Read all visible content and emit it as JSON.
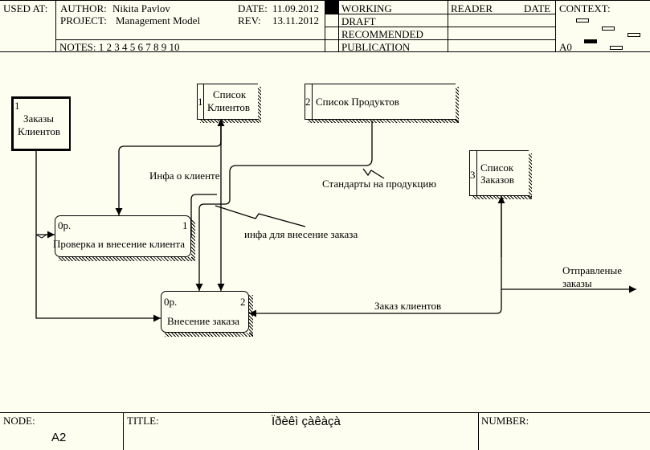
{
  "header": {
    "used_at": "USED AT:",
    "author_label": "AUTHOR:",
    "author": "Nikita Pavlov",
    "project_label": "PROJECT:",
    "project": "Management Model",
    "date_label": "DATE:",
    "date": "11.09.2012",
    "rev_label": "REV:",
    "rev": "13.11.2012",
    "notes": "NOTES:  1  2  3  4  5  6  7  8  9  10",
    "status": [
      "WORKING",
      "DRAFT",
      "RECOMMENDED",
      "PUBLICATION"
    ],
    "reader": "READER",
    "date_col": "DATE",
    "context": "CONTEXT:",
    "context_node": "A0"
  },
  "footer": {
    "node_label": "NODE:",
    "node": "A2",
    "title_label": "TITLE:",
    "title": "Ïðèêì çàêàçà",
    "number_label": "NUMBER:"
  },
  "externals": [
    {
      "num": "1",
      "label_1": "Заказы",
      "label_2": "Клиентов"
    },
    {
      "num": "1",
      "label_1": "Список",
      "label_2": "Клиентов"
    },
    {
      "num": "2",
      "label_1": "Список Продуктов"
    },
    {
      "num": "3",
      "label_1": "Список",
      "label_2": "Заказов"
    }
  ],
  "processes": [
    {
      "cost": "0р.",
      "num": "1",
      "label": "Проверка и внесение клиента"
    },
    {
      "cost": "0р.",
      "num": "2",
      "label": "Внесение заказа"
    }
  ],
  "arrows": {
    "client_info": "Инфа о клиенте",
    "product_standards": "Стандарты на продукцию",
    "order_info": "инфа для внесение заказа",
    "client_order": "Заказ клиентов",
    "sent_orders_1": "Отправленые",
    "sent_orders_2": "заказы"
  }
}
